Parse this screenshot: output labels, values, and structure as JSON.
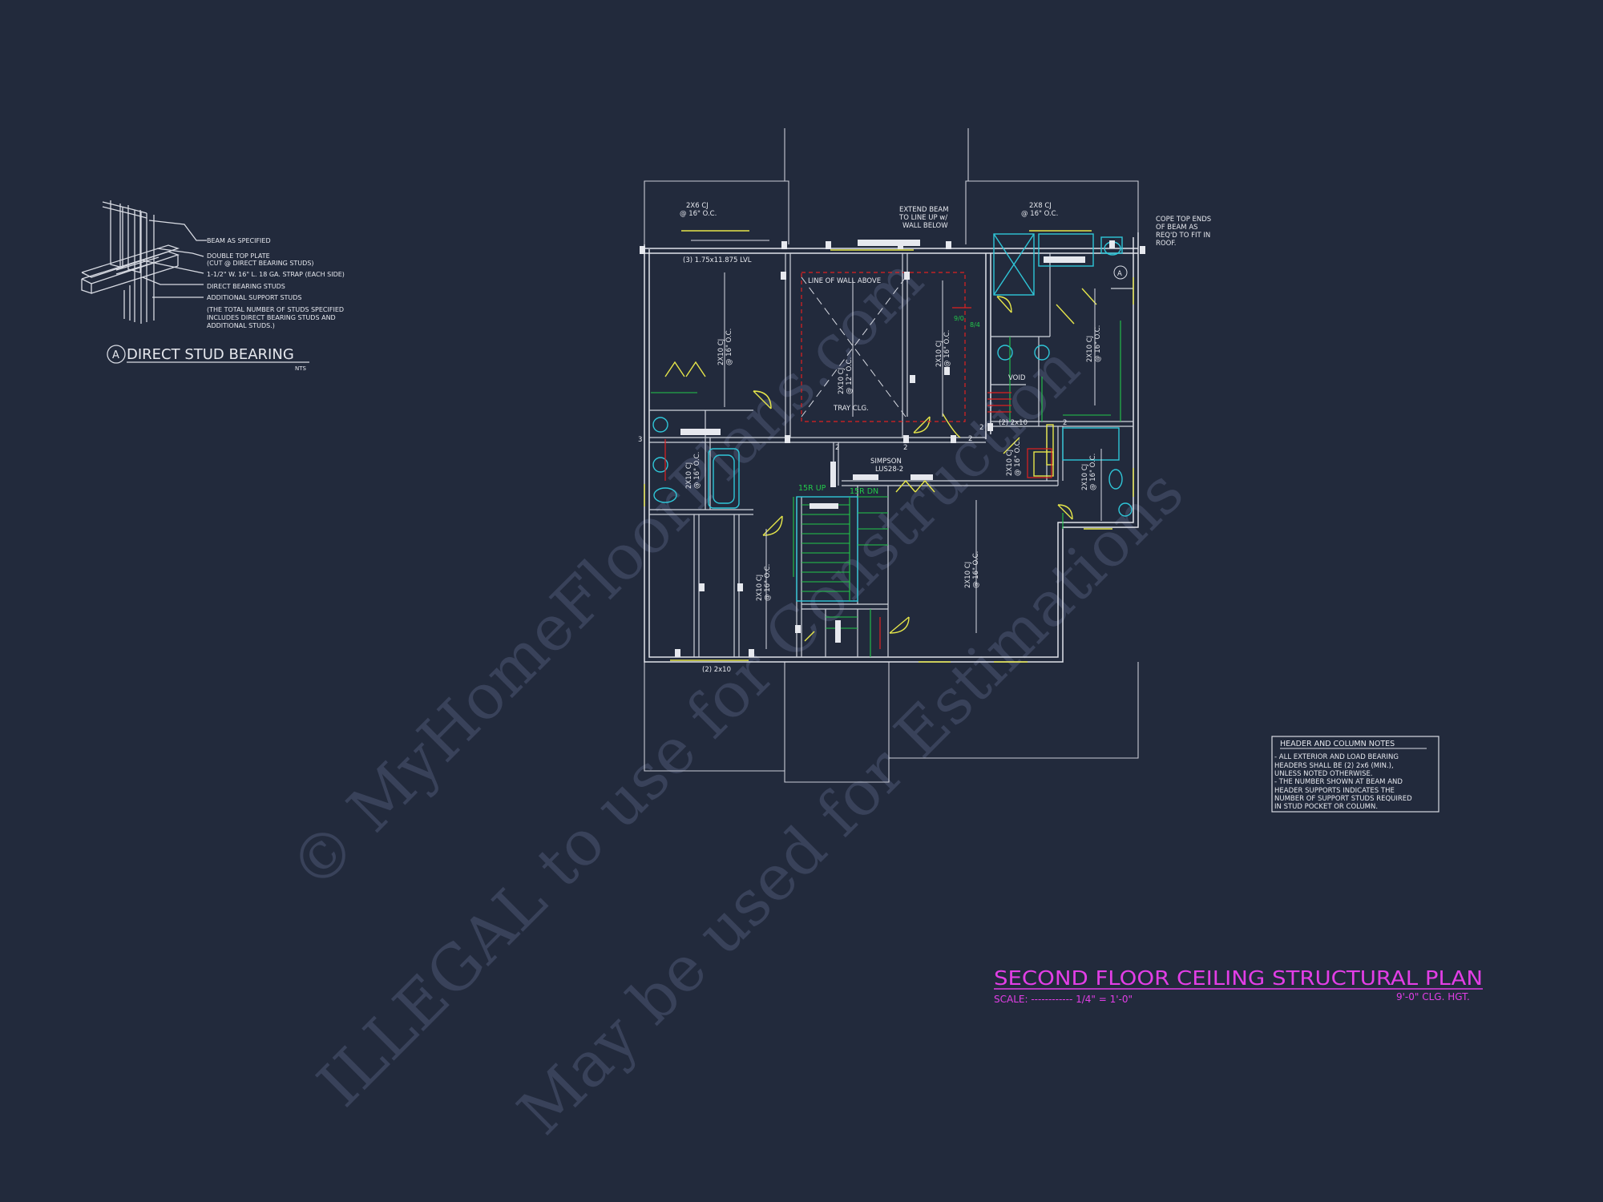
{
  "colors": {
    "background": "#222a3c",
    "linework": "#d8dbe3",
    "header_yellow": "#e6e64a",
    "fixtures_cyan": "#2fc6d8",
    "green_layer": "#22c84a",
    "red_layer": "#e02020",
    "title_magenta": "#e23ee6",
    "watermark": "#3a4357"
  },
  "detail": {
    "marker": "A",
    "title": "DIRECT STUD BEARING",
    "scale": "NTS",
    "notes": [
      "BEAM AS SPECIFIED",
      "DOUBLE TOP PLATE",
      "(CUT @ DIRECT BEARING STUDS)",
      "1-1/2\" W. 16\" L. 18 GA. STRAP (EACH SIDE)",
      "DIRECT BEARING STUDS",
      "ADDITIONAL SUPPORT STUDS",
      "(THE TOTAL NUMBER OF STUDS SPECIFIED",
      "INCLUDES DIRECT BEARING STUDS AND",
      "ADDITIONAL STUDS.)"
    ]
  },
  "plan_labels": {
    "cj_2x6": [
      "2X6 CJ",
      "@ 16\" O.C."
    ],
    "cj_2x8": [
      "2X8 CJ",
      "@ 16\" O.C."
    ],
    "extend_beam": [
      "EXTEND BEAM",
      "TO LINE UP w/",
      "WALL BELOW"
    ],
    "cope": [
      "COPE TOP ENDS",
      "OF BEAM AS",
      "REQ'D TO FIT IN",
      "ROOF."
    ],
    "lvl": "(3) 1.75x11.875 LVL",
    "line_of_wall": "LINE OF WALL ABOVE",
    "tray": "TRAY CLG.",
    "simpson": [
      "SIMPSON",
      "LUS28-2"
    ],
    "header_2x10_a": "(2) 2x10",
    "header_2x10_b": "(2) 2x10",
    "void": "VOID",
    "up": "15R UP",
    "dn": "15R DN",
    "red_note": [
      "9/0",
      "8/4"
    ],
    "section_mark": "A",
    "cj_2x10": [
      "2X10 CJ",
      "@ 16\" O.C."
    ],
    "cj_2x10_12": [
      "2X10 CJ",
      "@ 12\" O.C."
    ],
    "stud_counts": [
      "3",
      "2",
      "2",
      "2",
      "2",
      "2"
    ]
  },
  "notes_box": {
    "title": "HEADER AND COLUMN NOTES",
    "lines": [
      "- ALL EXTERIOR AND LOAD BEARING",
      "HEADERS SHALL BE (2) 2x6 (MIN.),",
      "UNLESS NOTED OTHERWISE.",
      "- THE NUMBER SHOWN AT BEAM AND",
      "HEADER SUPPORTS INDICATES THE",
      "NUMBER OF SUPPORT STUDS REQUIRED",
      "IN STUD POCKET OR COLUMN."
    ]
  },
  "title_block": {
    "title": "SECOND FLOOR CEILING STRUCTURAL PLAN",
    "scale_label": "SCALE: ------------ 1/4\" = 1'-0\"",
    "ceiling": "9'-0\" CLG. HGT."
  },
  "watermark": {
    "line1": "© MyHomeFloorPlans.com",
    "line2": "ILLEGAL to use for Construction",
    "line3": "May be used for Estimations"
  }
}
